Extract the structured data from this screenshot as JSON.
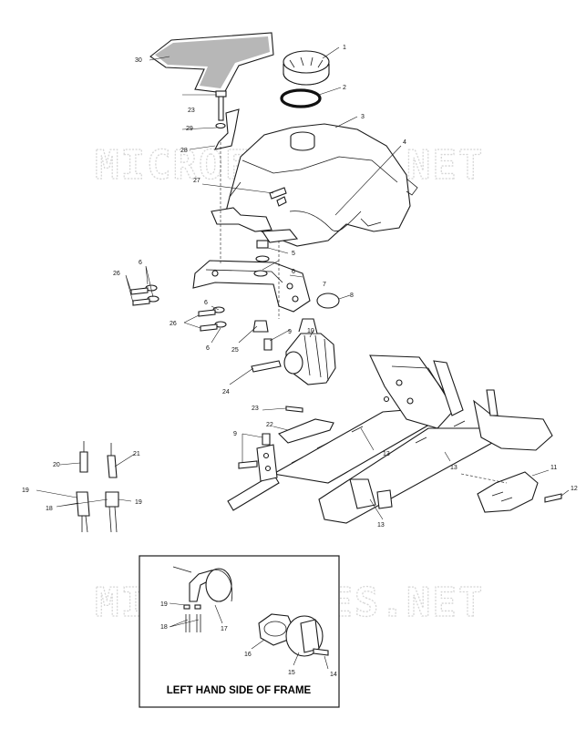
{
  "watermark": "MICROFICHES.NET",
  "inset_title": "LEFT HAND SIDE OF FRAME",
  "callouts": {
    "c1": "1",
    "c2": "2",
    "c3": "3",
    "c4": "4",
    "c5": "5",
    "c6a": "6",
    "c6b": "6",
    "c6c": "6",
    "c6d": "6",
    "c7": "7",
    "c8": "8",
    "c9a": "9",
    "c9b": "9",
    "c10": "10",
    "c11": "11",
    "c12": "12",
    "c13a": "13",
    "c13b": "13",
    "c13c": "13",
    "c14": "14",
    "c15": "15",
    "c16": "16",
    "c17": "17",
    "c18a": "18",
    "c18b": "18",
    "c19a": "19",
    "c19b": "19",
    "c19c": "19",
    "c20": "20",
    "c21": "21",
    "c22": "22",
    "c23a": "23",
    "c23b": "23",
    "c24": "24",
    "c25": "25",
    "c26a": "26",
    "c26b": "26",
    "c27": "27",
    "c28": "28",
    "c29": "29",
    "c30": "30"
  },
  "colors": {
    "line": "#1a1a1a",
    "watermark": "#d6d6d6",
    "background": "#ffffff"
  }
}
